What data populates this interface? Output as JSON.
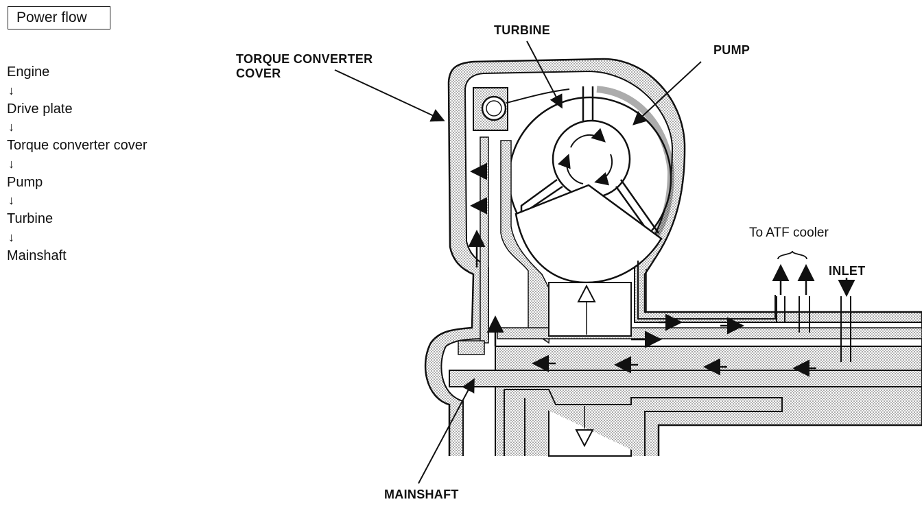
{
  "title": "Power flow",
  "flow": [
    "Engine",
    "Drive plate",
    "Torque converter cover",
    "Pump",
    "Turbine",
    "Mainshaft"
  ],
  "flow_arrow": "↓",
  "labels": {
    "turbine": "TURBINE",
    "pump": "PUMP",
    "cover_line1": "TORQUE CONVERTER",
    "cover_line2": "COVER",
    "atf": "To ATF cooler",
    "inlet": "INLET",
    "mainshaft": "MAINSHAFT"
  },
  "colors": {
    "ink": "#111111",
    "hatch": "#9a9a9a",
    "paper": "#ffffff"
  }
}
